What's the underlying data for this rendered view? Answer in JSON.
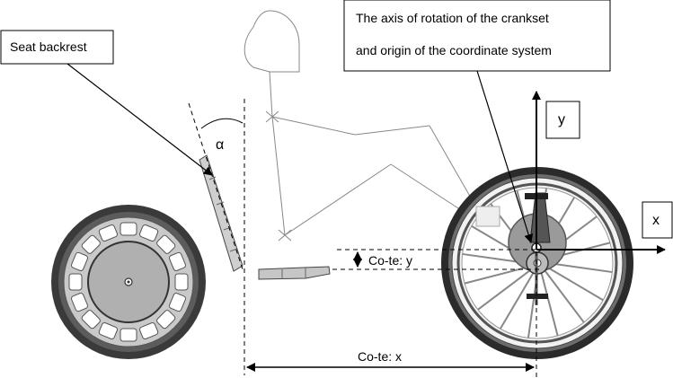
{
  "labels": {
    "seat_backrest": "Seat backrest",
    "crank_axis_line1": "The axis of rotation of the crankset",
    "crank_axis_line2": "and origin of the coordinate system",
    "y_axis": "y",
    "x_axis": "x",
    "alpha": "α",
    "cote_y": "Co-te: y",
    "cote_x": "Co-te: x"
  }
}
